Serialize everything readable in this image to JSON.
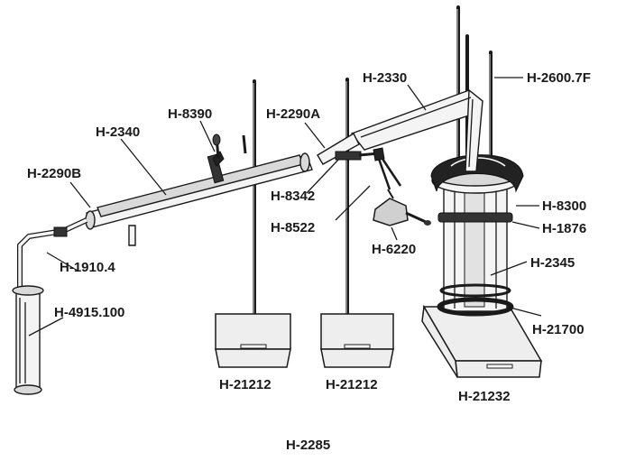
{
  "diagram": {
    "title": "H-2285",
    "labels": {
      "h2600_7f": "H-2600.7F",
      "h2330": "H-2330",
      "h2290a": "H-2290A",
      "h8390": "H-8390",
      "h2340": "H-2340",
      "h2290b": "H-2290B",
      "h8342": "H-8342",
      "h8522": "H-8522",
      "h6220": "H-6220",
      "h8300": "H-8300",
      "h1876": "H-1876",
      "h2345": "H-2345",
      "h1910_4": "H-1910.4",
      "h4915_100": "H-4915.100",
      "h21700": "H-21700",
      "h21212_left": "H-21212",
      "h21212_right": "H-21212",
      "h21232": "H-21232"
    }
  }
}
